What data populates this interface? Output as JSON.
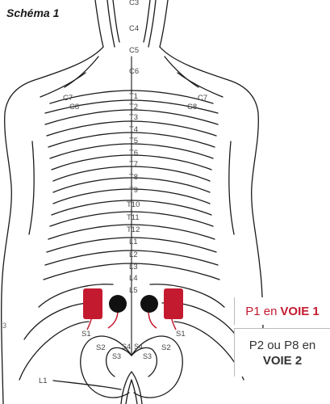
{
  "title": "Schéma 1",
  "colors": {
    "electrode_red": "#c41a30",
    "electrode_black": "#111111",
    "line": "#1a1a1a",
    "label": "#444444"
  },
  "segments": {
    "top_cut": "C3",
    "c4": "C4",
    "c5": "C5",
    "c6": "C6",
    "c7_left": "C7",
    "c8_left": "C8",
    "c7_right": "C7",
    "c8_right": "C8",
    "t1": "T1",
    "t2": "T2",
    "t3": "T3",
    "t4": "T4",
    "t5": "T5",
    "t6": "T6",
    "t7": "T7",
    "t8": "T8",
    "t9": "T9",
    "t10": "T10",
    "t11": "T11",
    "t12": "T12",
    "l1": "L1",
    "l2": "L2",
    "l3": "L3",
    "l4": "L4",
    "l5": "L5",
    "s1_left": "S1",
    "s1_right": "S1",
    "s2_left": "S2",
    "s2_right": "S2",
    "s3_left": "S3",
    "s3_right": "S3",
    "s4_left": "S4",
    "s4_right": "S4",
    "l1_bottom": "L1",
    "edge_mark": "3"
  },
  "legend": {
    "channel1_prefix": "P1 en",
    "channel1_keyword": "VOIE 1",
    "channel2_prefix": "P2 ou P8 en",
    "channel2_keyword": "VOIE 2"
  }
}
